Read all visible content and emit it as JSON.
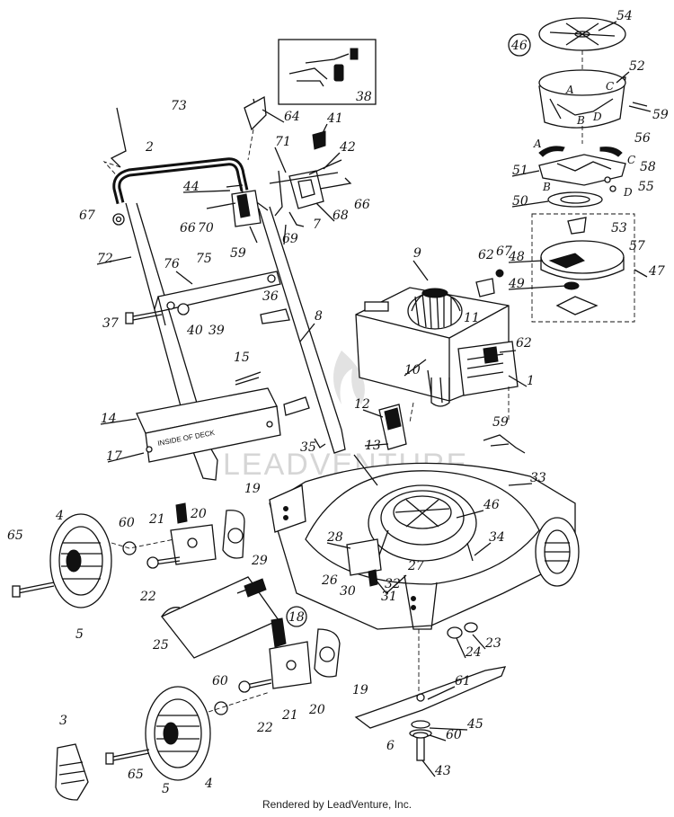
{
  "deck_label": "INSIDE OF DECK",
  "watermark": "LEADVENTURE",
  "footer": "Rendered by LeadVenture, Inc.",
  "callouts": {
    "c54": "54",
    "c46": "46",
    "c52": "52",
    "c59a": "59",
    "c56": "56",
    "c51": "51",
    "c58": "58",
    "c55": "55",
    "c50": "50",
    "c53": "53",
    "c57": "57",
    "c48": "48",
    "c47": "47",
    "c49": "49",
    "c73": "73",
    "c64": "64",
    "c38": "38",
    "c41": "41",
    "c2": "2",
    "c71": "71",
    "c42": "42",
    "c44": "44",
    "c67a": "67",
    "c66a": "66",
    "c70": "70",
    "c68": "68",
    "c66b": "66",
    "c69": "69",
    "c7": "7",
    "c75": "75",
    "c59b": "59",
    "c72": "72",
    "c76": "76",
    "c36": "36",
    "c8": "8",
    "c9": "9",
    "c62a": "62",
    "c67b": "67",
    "c37": "37",
    "c40": "40",
    "c39": "39",
    "c11": "11",
    "c62b": "62",
    "c10": "10",
    "c1": "1",
    "c15": "15",
    "c14": "14",
    "c17": "17",
    "c12": "12",
    "c35": "35",
    "c13": "13",
    "c59c": "59",
    "c33": "33",
    "c46b": "46",
    "c19a": "19",
    "c65a": "65",
    "c4a": "4",
    "c60a": "60",
    "c21a": "21",
    "c20a": "20",
    "c22a": "22",
    "c28": "28",
    "c34": "34",
    "c26": "26",
    "c30": "30",
    "c27": "27",
    "c32": "32",
    "c31": "31",
    "c29": "29",
    "c5a": "5",
    "c18": "18",
    "c25": "25",
    "c24": "24",
    "c23": "23",
    "c60b": "60",
    "c22b": "22",
    "c21b": "21",
    "c20b": "20",
    "c19b": "19",
    "c61": "61",
    "c45": "45",
    "c60c": "60",
    "c6": "6",
    "c43": "43",
    "c3": "3",
    "c65b": "65",
    "c5b": "5",
    "c4b": "4"
  },
  "letters": {
    "a1": "A",
    "b1": "B",
    "c1": "C",
    "d1": "D",
    "a2": "A",
    "b2": "B",
    "c2": "C",
    "d2": "D"
  }
}
